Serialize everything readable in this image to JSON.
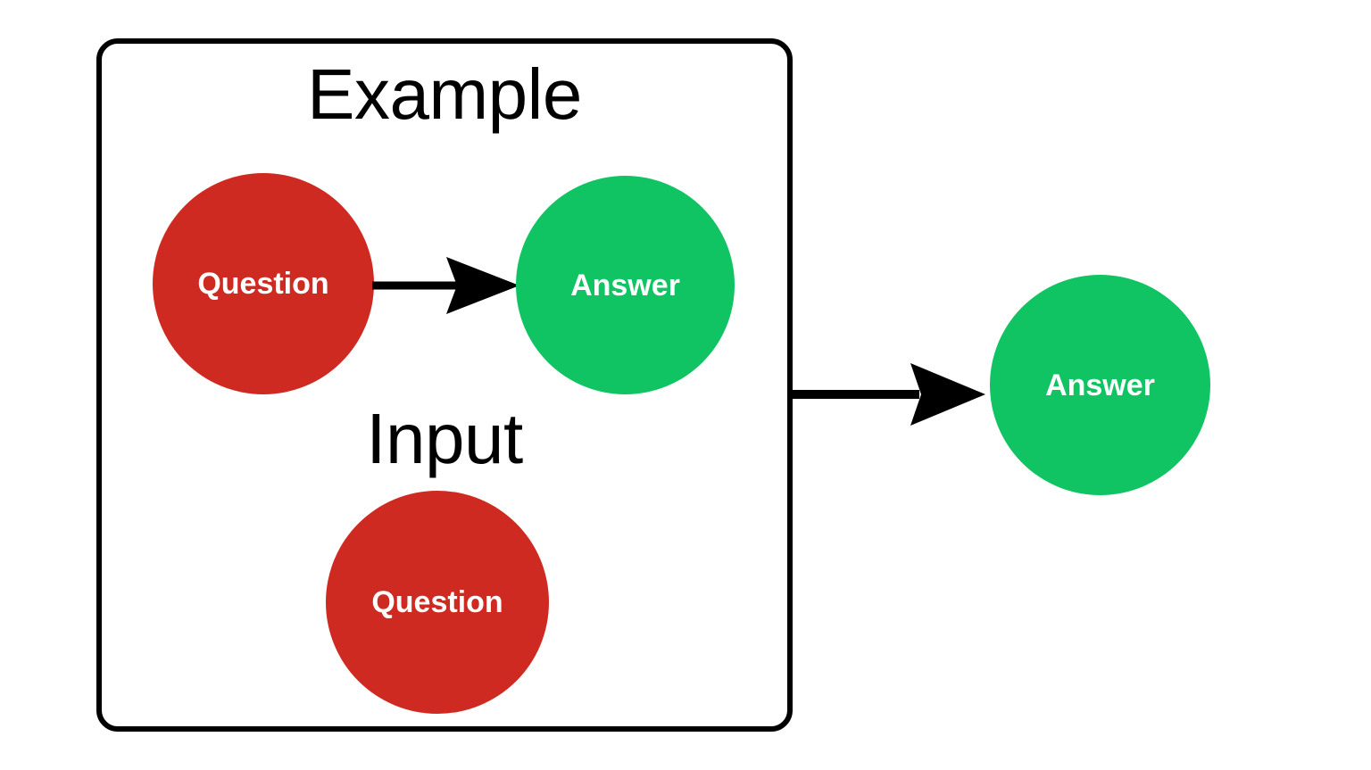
{
  "diagram": {
    "title": "",
    "background_color": "#ffffff",
    "colors": {
      "question_node": "#cf2a22",
      "answer_node": "#10c463",
      "node_label_text": "#ffffff",
      "outline": "#000000",
      "arrow": "#000000",
      "heading_text": "#000000"
    },
    "group_box": {
      "label": "Example",
      "border_color": "#000000"
    },
    "sections": [
      {
        "id": "example",
        "heading": "Example"
      },
      {
        "id": "input",
        "heading": "Input"
      }
    ],
    "nodes": [
      {
        "id": "example-question",
        "label": "Question",
        "kind": "question",
        "color": "#cf2a22",
        "section": "example"
      },
      {
        "id": "example-answer",
        "label": "Answer",
        "kind": "answer",
        "color": "#10c463",
        "section": "example"
      },
      {
        "id": "input-question",
        "label": "Question",
        "kind": "question",
        "color": "#cf2a22",
        "section": "input"
      },
      {
        "id": "output-answer",
        "label": "Answer",
        "kind": "answer",
        "color": "#10c463",
        "section": "output"
      }
    ],
    "edges": [
      {
        "id": "example-edge",
        "from": "example-question",
        "to": "example-answer",
        "label": "",
        "style": "solid-arrow"
      },
      {
        "id": "output-edge",
        "from": "group-box",
        "to": "output-answer",
        "label": "",
        "style": "solid-arrow"
      }
    ]
  }
}
